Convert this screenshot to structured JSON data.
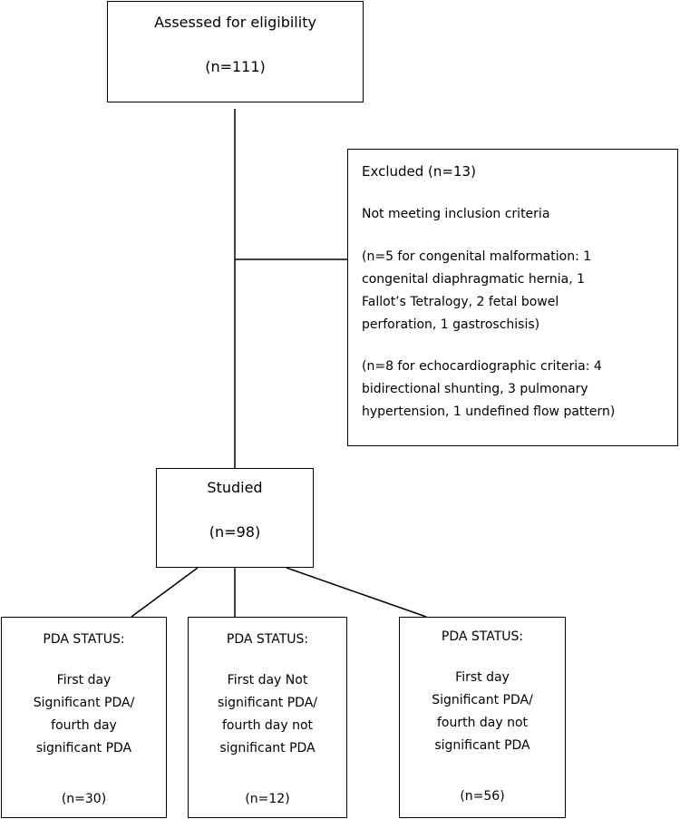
{
  "assessed": {
    "title": "Assessed for eligibility",
    "count": "(n=111)"
  },
  "excluded": {
    "title": "Excluded (n=13)",
    "subtitle": "Not meeting inclusion criteria",
    "malformation_lines": [
      "(n=5 for congenital malformation: 1",
      "congenital diaphragmatic hernia, 1",
      "Fallot’s Tetralogy, 2 fetal bowel",
      "perforation, 1 gastroschisis)"
    ],
    "echo_lines": [
      "(n=8 for echocardiographic criteria: 4",
      "bidirectional shunting, 3 pulmonary",
      "hypertension, 1 undefined flow pattern)"
    ]
  },
  "studied": {
    "title": "Studied",
    "count": "(n=98)"
  },
  "groups": [
    {
      "heading": "PDA STATUS:",
      "lines": [
        "First day",
        "Significant PDA/",
        "fourth day",
        "significant PDA"
      ],
      "count": "(n=30)"
    },
    {
      "heading": "PDA STATUS:",
      "lines": [
        "First day Not",
        "significant PDA/",
        "fourth day not",
        "significant PDA"
      ],
      "count": "(n=12)"
    },
    {
      "heading": "PDA STATUS:",
      "lines": [
        "First day",
        "Significant PDA/",
        "fourth day not",
        "significant PDA"
      ],
      "count": "(n=56)"
    }
  ]
}
